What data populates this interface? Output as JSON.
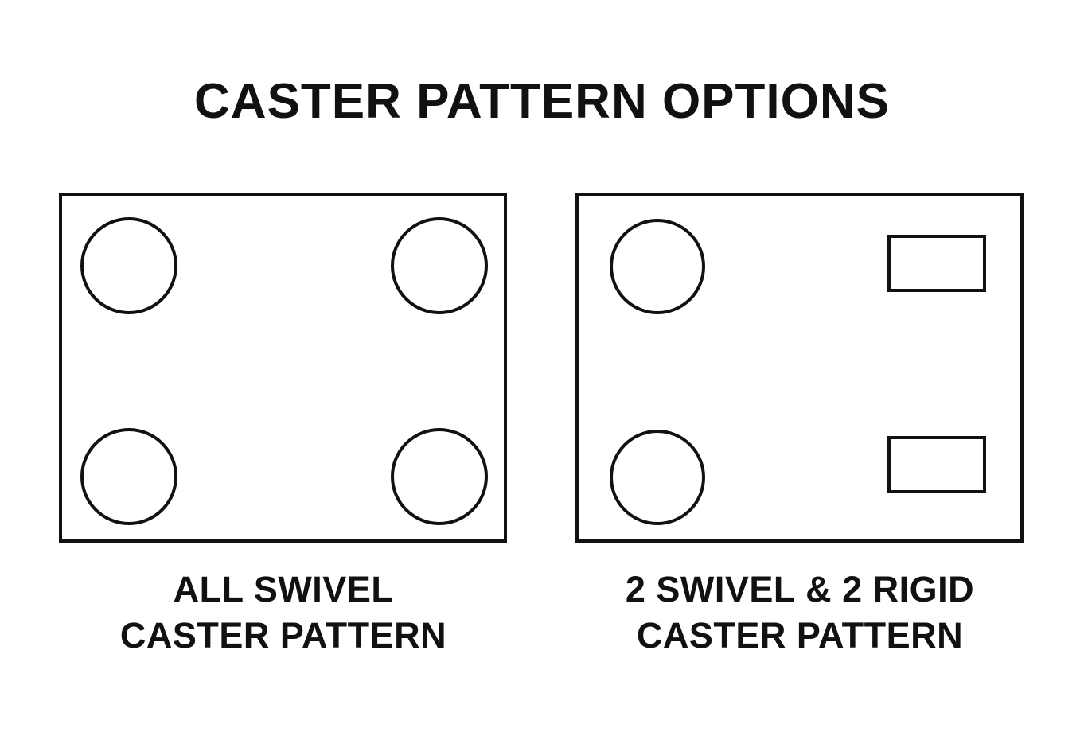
{
  "title": "CASTER PATTERN OPTIONS",
  "patterns": [
    {
      "caption_line1": "ALL SWIVEL",
      "caption_line2": "CASTER PATTERN",
      "casters": [
        "swivel",
        "swivel",
        "swivel",
        "swivel"
      ]
    },
    {
      "caption_line1": "2 SWIVEL & 2 RIGID",
      "caption_line2": "CASTER PATTERN",
      "casters": [
        "swivel",
        "rigid",
        "swivel",
        "rigid"
      ]
    }
  ],
  "colors": {
    "stroke": "#111111",
    "background": "#ffffff"
  }
}
